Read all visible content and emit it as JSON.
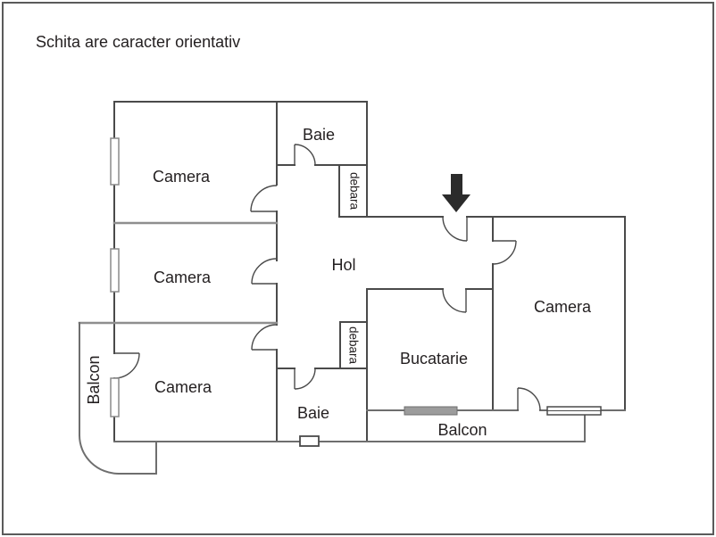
{
  "title": "Schita are caracter orientativ",
  "rooms": {
    "camera_top_left": "Camera",
    "camera_middle_left": "Camera",
    "camera_bottom_left": "Camera",
    "camera_right": "Camera",
    "baie_top": "Baie",
    "baie_bottom": "Baie",
    "hol": "Hol",
    "bucatarie": "Bucatarie",
    "debara_top": "debara",
    "debara_bottom": "debara",
    "balcon_left": "Balcon",
    "balcon_bottom": "Balcon"
  },
  "icons": {
    "entrance_arrow": "down-arrow"
  },
  "colors": {
    "wall": "#4a4a4a",
    "divider": "#8e8e8e",
    "exterior": "#6e6e6e",
    "text": "#231f20",
    "arrow": "#2b2b2b",
    "window_gray": "#9c9c9c",
    "background": "#ffffff"
  }
}
